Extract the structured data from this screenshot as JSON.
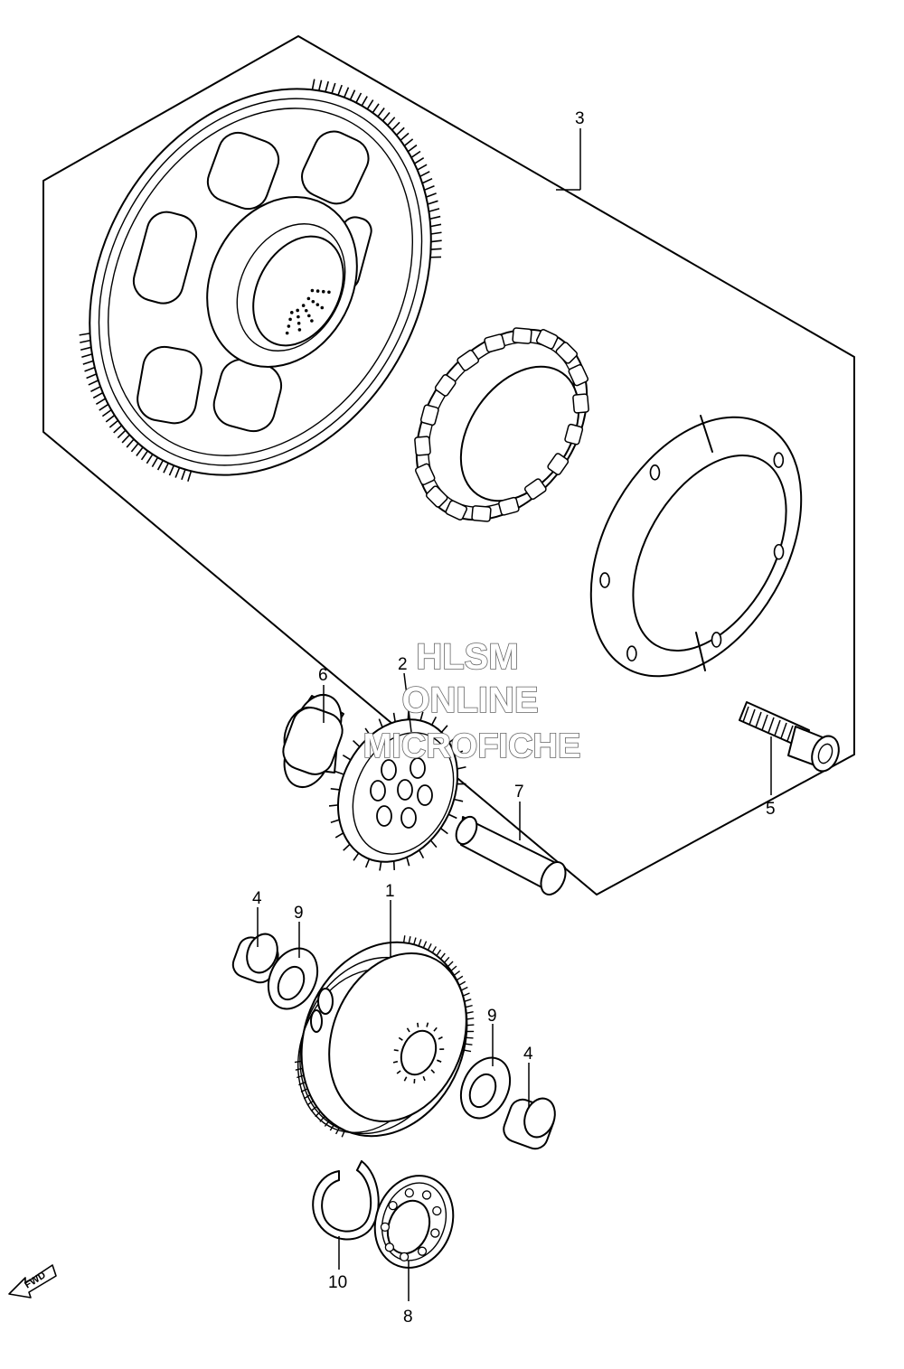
{
  "watermark": {
    "line1": "HLSM",
    "line2": "ONLINE",
    "line3": "MICROFICHE"
  },
  "direction_marker": {
    "label": "FWD"
  },
  "callouts": [
    {
      "id": "callout-3",
      "text": "3"
    },
    {
      "id": "callout-2",
      "text": "2"
    },
    {
      "id": "callout-6",
      "text": "6"
    },
    {
      "id": "callout-5",
      "text": "5"
    },
    {
      "id": "callout-7",
      "text": "7"
    },
    {
      "id": "callout-1",
      "text": "1"
    },
    {
      "id": "callout-4a",
      "text": "4"
    },
    {
      "id": "callout-9a",
      "text": "9"
    },
    {
      "id": "callout-9b",
      "text": "9"
    },
    {
      "id": "callout-4b",
      "text": "4"
    },
    {
      "id": "callout-10",
      "text": "10"
    },
    {
      "id": "callout-8",
      "text": "8"
    }
  ]
}
